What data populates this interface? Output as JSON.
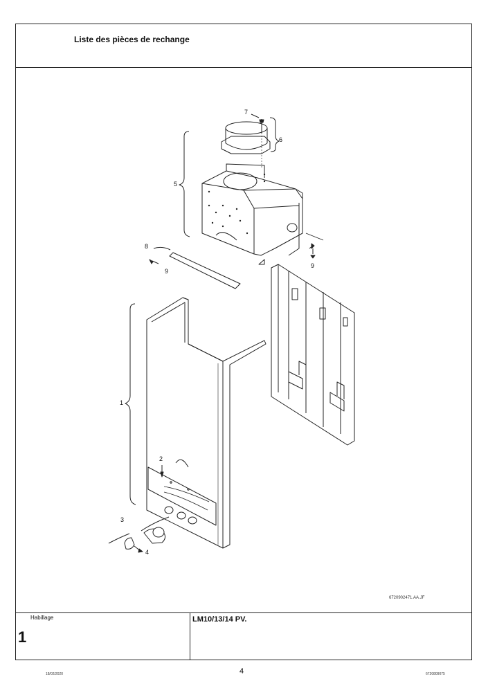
{
  "header": {
    "title": "Liste des pièces de rechange"
  },
  "drawing": {
    "reference": "6720902471.AA.JF",
    "callouts": [
      "1",
      "2",
      "3",
      "4",
      "5",
      "6",
      "7",
      "8",
      "9"
    ]
  },
  "footer": {
    "section_label": "Habillage",
    "section_number": "1",
    "model": "LM10/13/14 PV.",
    "date": "18/02/2020",
    "page_number": "4",
    "doc_number": "6720809075"
  }
}
